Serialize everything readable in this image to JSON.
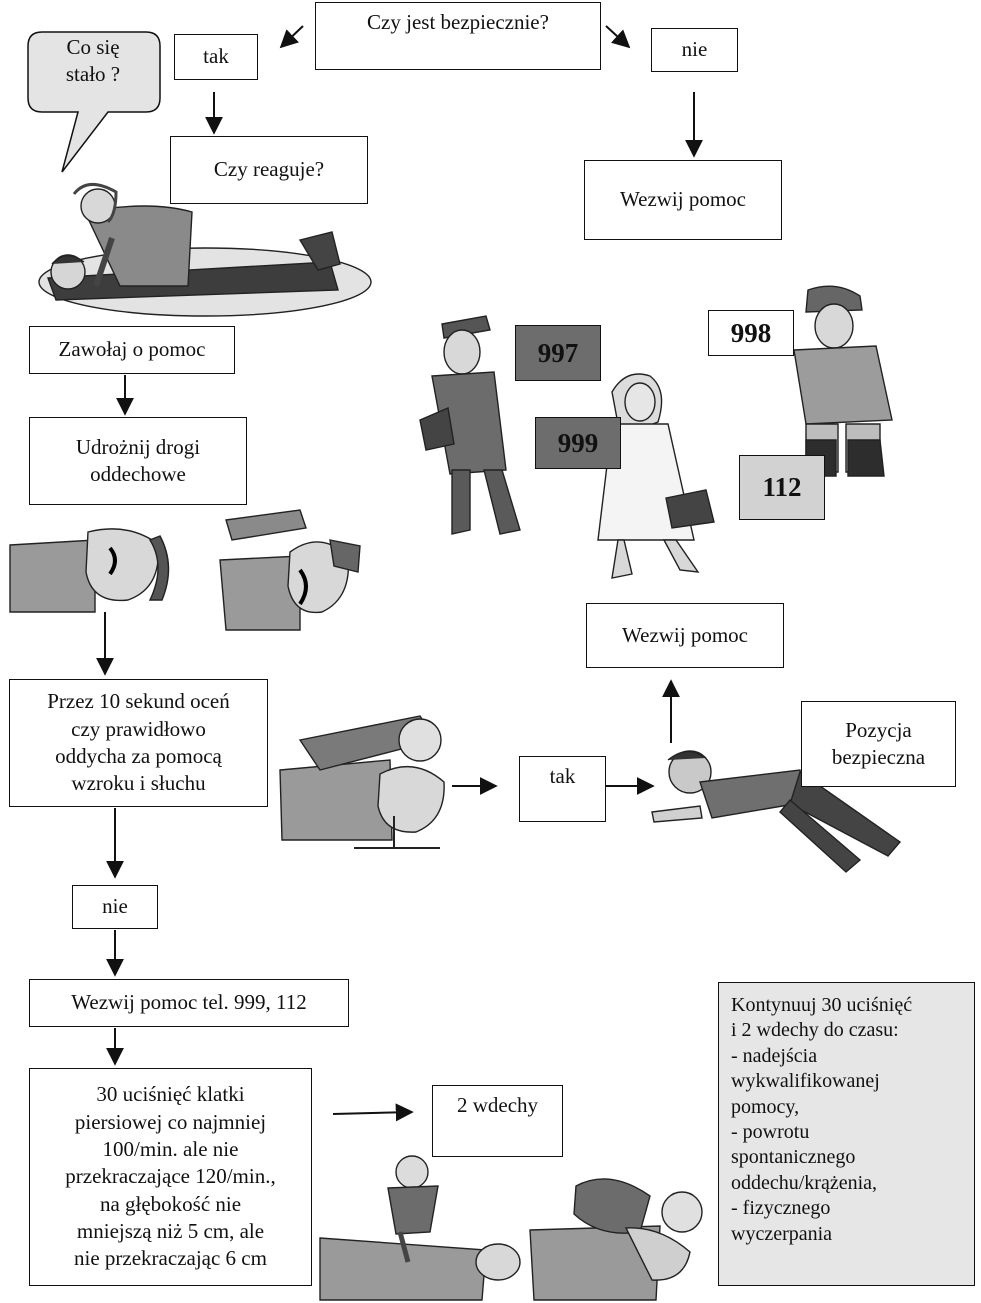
{
  "colors": {
    "num_997": "#6d6d6d",
    "num_999": "#6d6d6d",
    "num_998": "#ffffff",
    "num_112": "#d2d2d2",
    "continue_bg": "#e6e6e6"
  },
  "speech_bubble": "Co się\nstało ?",
  "boxes": {
    "safe_question": "Czy jest bezpiecznie?",
    "yes_top": "tak",
    "no_top": "nie",
    "responds": "Czy reaguje?",
    "call_help_right": "Wezwij pomoc",
    "shout_for_help": "Zawołaj o pomoc",
    "open_airway": "Udrożnij drogi\noddechowe",
    "check_breathing": "Przez 10 sekund oceń\nczy prawidłowo\noddycha za pomocą\nwzroku i słuchu",
    "yes_mid": "tak",
    "recovery_position": "Pozycja\nbezpieczna",
    "call_help_mid": "Wezwij pomoc",
    "no_mid": "nie",
    "call_help_phone": "Wezwij pomoc tel. 999, 112",
    "compressions": "30 uciśnięć klatki\npiersiowej co najmniej\n100/min. ale nie\nprzekraczające 120/min.,\nna głębokość nie\nmniejszą niż 5 cm, ale\nnie przekraczając 6 cm",
    "breaths": "2 wdechy"
  },
  "emergency_numbers": {
    "police": "997",
    "ambulance": "999",
    "fire": "998",
    "general": "112"
  },
  "continue_note": "Kontynuuj 30 uciśnięć\ni 2 wdechy do czasu:\n- nadejścia\nwykwalifikowanej\npomocy,\n- powrotu\nspontanicznego\noddechu/krążenia,\n- fizycznego\nwyczerpania"
}
